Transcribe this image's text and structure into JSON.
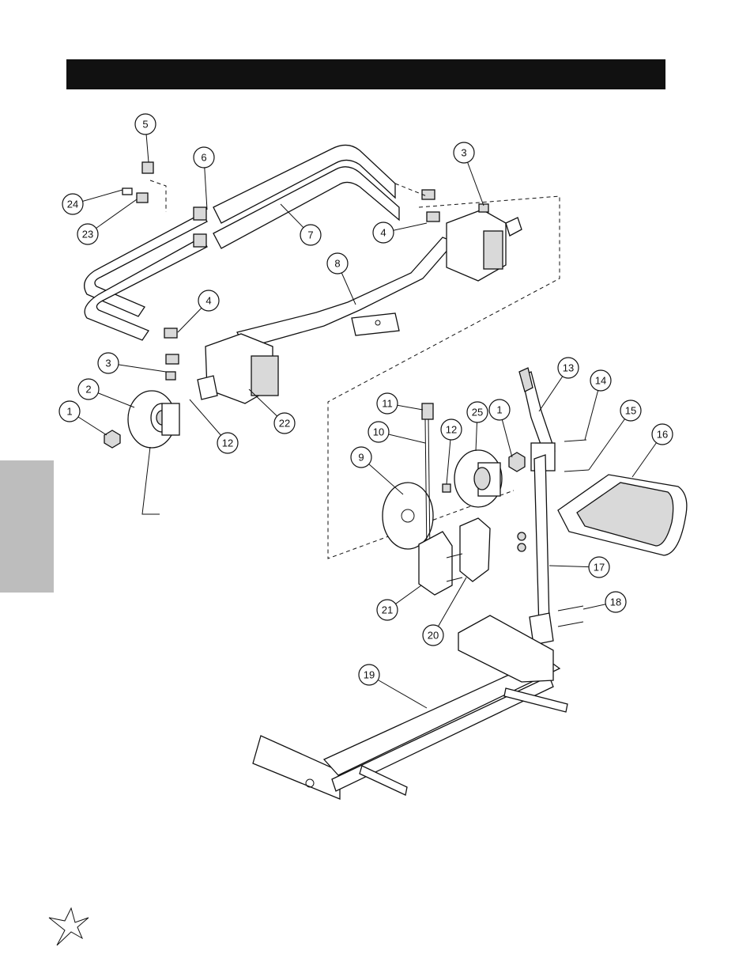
{
  "callouts": [
    {
      "label": "1"
    },
    {
      "label": "2"
    },
    {
      "label": "3"
    },
    {
      "label": "4"
    },
    {
      "label": "5"
    },
    {
      "label": "6"
    },
    {
      "label": "7"
    },
    {
      "label": "8"
    },
    {
      "label": "3"
    },
    {
      "label": "4"
    },
    {
      "label": "24"
    },
    {
      "label": "23"
    },
    {
      "label": "12"
    },
    {
      "label": "22"
    },
    {
      "label": "11"
    },
    {
      "label": "10"
    },
    {
      "label": "9"
    },
    {
      "label": "12"
    },
    {
      "label": "25"
    },
    {
      "label": "1"
    },
    {
      "label": "13"
    },
    {
      "label": "14"
    },
    {
      "label": "15"
    },
    {
      "label": "16"
    },
    {
      "label": "17"
    },
    {
      "label": "18"
    },
    {
      "label": "21"
    },
    {
      "label": "20"
    },
    {
      "label": "19"
    }
  ]
}
